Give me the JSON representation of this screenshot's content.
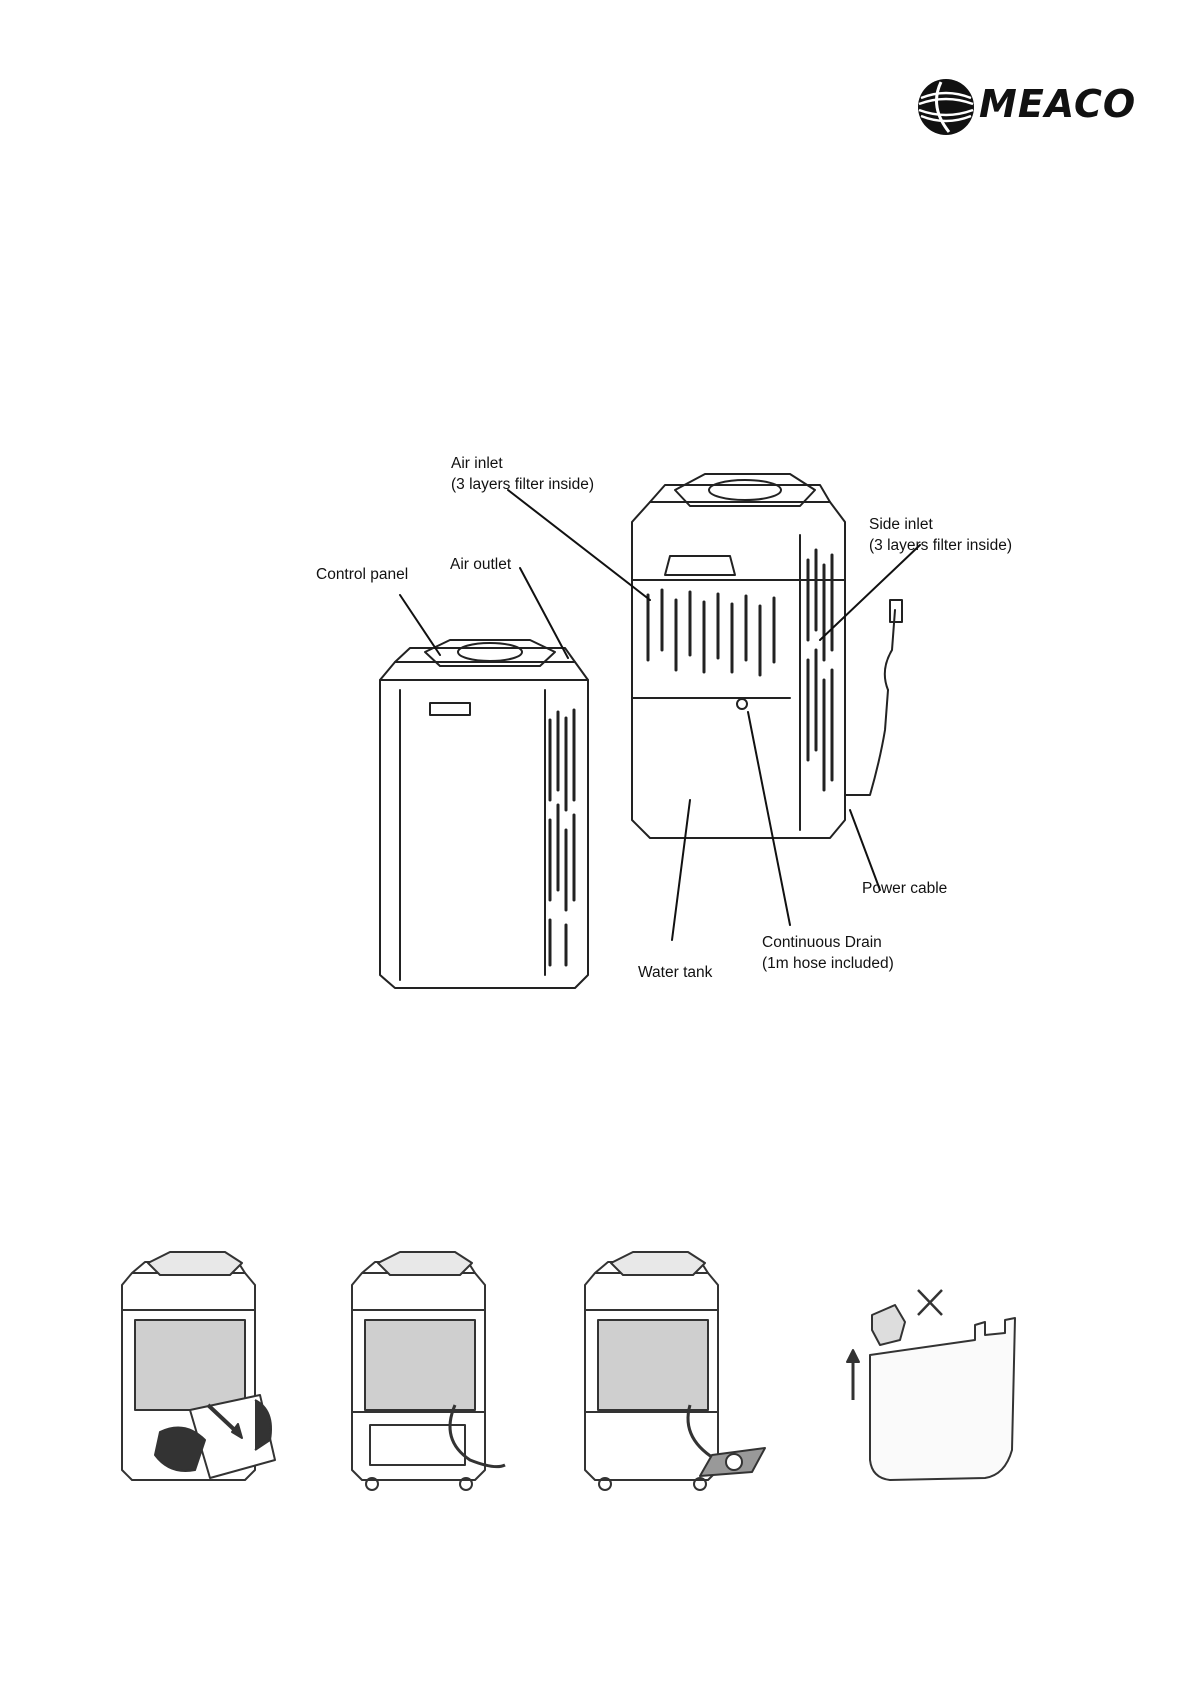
{
  "brand": {
    "name": "MEACO",
    "logo_icon": "meaco-swirl-logo-icon"
  },
  "diagram": {
    "labels": {
      "air_inlet": [
        "Air inlet",
        "(3 layers filter inside)"
      ],
      "control_panel": [
        "Control panel"
      ],
      "air_outlet": [
        "Air outlet"
      ],
      "side_inlet": [
        "Side inlet",
        "(3 layers filter inside)"
      ],
      "power_cable": [
        "Power cable"
      ],
      "continuous_drain": [
        "Continuous Drain",
        "(1m hose included)"
      ],
      "water_tank": [
        "Water tank"
      ]
    }
  },
  "steps": {
    "icons": [
      "remove-water-tank-icon",
      "drain-hose-connected-icon",
      "drain-to-floor-drain-icon",
      "remove-float-cover-icon"
    ]
  }
}
